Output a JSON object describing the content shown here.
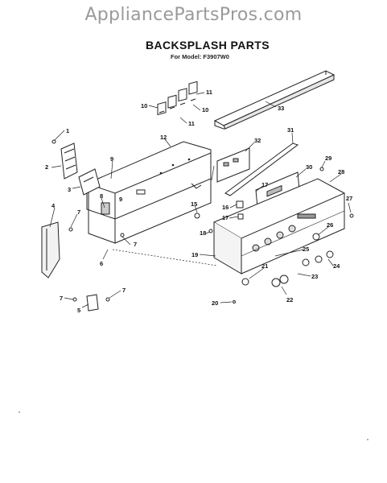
{
  "watermark": "AppliancePartsPros.com",
  "title": "BACKSPLASH PARTS",
  "subtitle": "For Model: F3907W0",
  "callouts": [
    {
      "id": "c1",
      "text": "1"
    },
    {
      "id": "c2",
      "text": "2"
    },
    {
      "id": "c3",
      "text": "3"
    },
    {
      "id": "c4",
      "text": "4"
    },
    {
      "id": "c5",
      "text": "5"
    },
    {
      "id": "c6",
      "text": "6"
    },
    {
      "id": "c7a",
      "text": "7"
    },
    {
      "id": "c7b",
      "text": "7"
    },
    {
      "id": "c7c",
      "text": "7"
    },
    {
      "id": "c7d",
      "text": "7"
    },
    {
      "id": "c8",
      "text": "8"
    },
    {
      "id": "c9a",
      "text": "9"
    },
    {
      "id": "c9b",
      "text": "9"
    },
    {
      "id": "c10a",
      "text": "10"
    },
    {
      "id": "c10b",
      "text": "10"
    },
    {
      "id": "c11a",
      "text": "11"
    },
    {
      "id": "c11b",
      "text": "11"
    },
    {
      "id": "c12",
      "text": "12"
    },
    {
      "id": "c15",
      "text": "15"
    },
    {
      "id": "c16",
      "text": "16"
    },
    {
      "id": "c17a",
      "text": "17"
    },
    {
      "id": "c17b",
      "text": "17"
    },
    {
      "id": "c18",
      "text": "18"
    },
    {
      "id": "c19",
      "text": "19"
    },
    {
      "id": "c20",
      "text": "20"
    },
    {
      "id": "c21",
      "text": "21"
    },
    {
      "id": "c22",
      "text": "22"
    },
    {
      "id": "c23",
      "text": "23"
    },
    {
      "id": "c24",
      "text": "24"
    },
    {
      "id": "c25",
      "text": "25"
    },
    {
      "id": "c26",
      "text": "26"
    },
    {
      "id": "c27",
      "text": "27"
    },
    {
      "id": "c28",
      "text": "28"
    },
    {
      "id": "c29",
      "text": "29"
    },
    {
      "id": "c30",
      "text": "30"
    },
    {
      "id": "c31",
      "text": "31"
    },
    {
      "id": "c32",
      "text": "32"
    },
    {
      "id": "c33",
      "text": "33"
    }
  ]
}
